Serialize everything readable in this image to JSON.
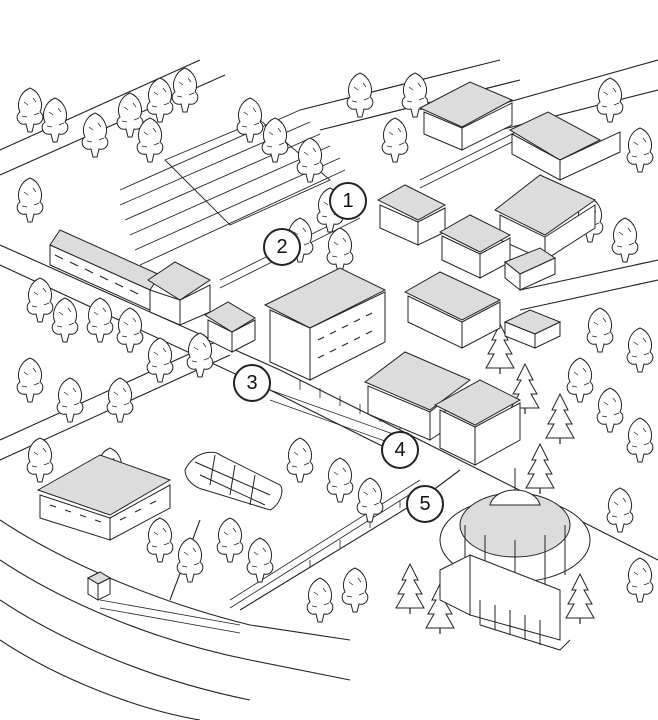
{
  "colors": {
    "ink": "#222222",
    "paper": "#ffffff",
    "roof": "#dcdcdc"
  },
  "markers": [
    {
      "label": "1"
    },
    {
      "label": "2"
    },
    {
      "label": "3"
    },
    {
      "label": "4"
    },
    {
      "label": "5"
    }
  ]
}
